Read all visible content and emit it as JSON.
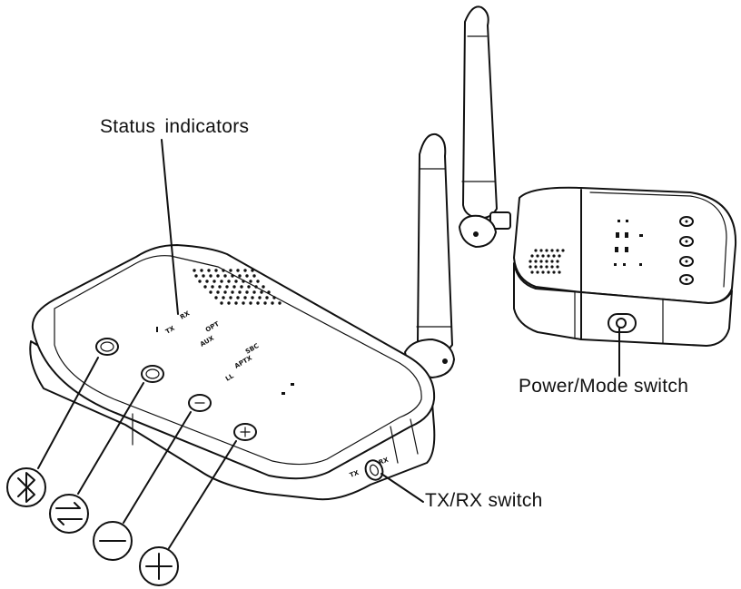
{
  "labels": {
    "status_indicators": "Status  indicators",
    "power_mode_switch": "Power/Mode switch",
    "txrx_switch": "TX/RX switch"
  },
  "device_markings": {
    "tx": "TX",
    "rx": "RX",
    "opt": "OPT",
    "aux": "AUX",
    "sbc": "SBC",
    "aptx": "APTX",
    "ll": "LL",
    "switch_tx": "TX",
    "switch_rx": "RX"
  },
  "icons": [
    "bluetooth-icon",
    "pair-arrows-icon",
    "minus-icon",
    "plus-icon"
  ],
  "colors": {
    "line": "#111111",
    "background": "#ffffff"
  }
}
